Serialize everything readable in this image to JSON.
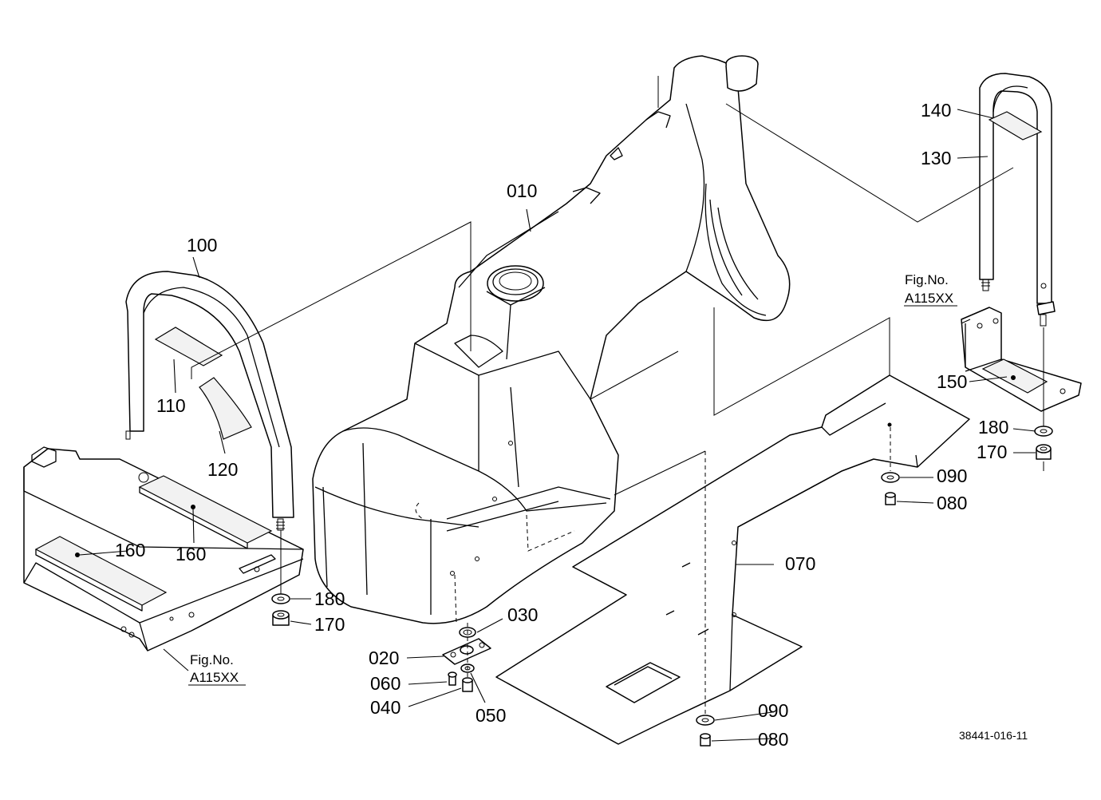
{
  "diagram": {
    "labels": [
      {
        "id": "010",
        "text": "010"
      },
      {
        "id": "020",
        "text": "020"
      },
      {
        "id": "030",
        "text": "030"
      },
      {
        "id": "040",
        "text": "040"
      },
      {
        "id": "050",
        "text": "050"
      },
      {
        "id": "060",
        "text": "060"
      },
      {
        "id": "070",
        "text": "070"
      },
      {
        "id": "080a",
        "text": "080"
      },
      {
        "id": "080b",
        "text": "080"
      },
      {
        "id": "090a",
        "text": "090"
      },
      {
        "id": "090b",
        "text": "090"
      },
      {
        "id": "100",
        "text": "100"
      },
      {
        "id": "110",
        "text": "110"
      },
      {
        "id": "120",
        "text": "120"
      },
      {
        "id": "130",
        "text": "130"
      },
      {
        "id": "140",
        "text": "140"
      },
      {
        "id": "150",
        "text": "150"
      },
      {
        "id": "160a",
        "text": "160"
      },
      {
        "id": "160b",
        "text": "160"
      },
      {
        "id": "170a",
        "text": "170"
      },
      {
        "id": "170b",
        "text": "170"
      },
      {
        "id": "180a",
        "text": "180"
      },
      {
        "id": "180b",
        "text": "180"
      }
    ],
    "fig_refs": [
      {
        "line1": "Fig.No.",
        "line2": "A115XX"
      },
      {
        "line1": "Fig.No.",
        "line2": "A115XX"
      }
    ],
    "drawing_number": "38441-016-11"
  }
}
